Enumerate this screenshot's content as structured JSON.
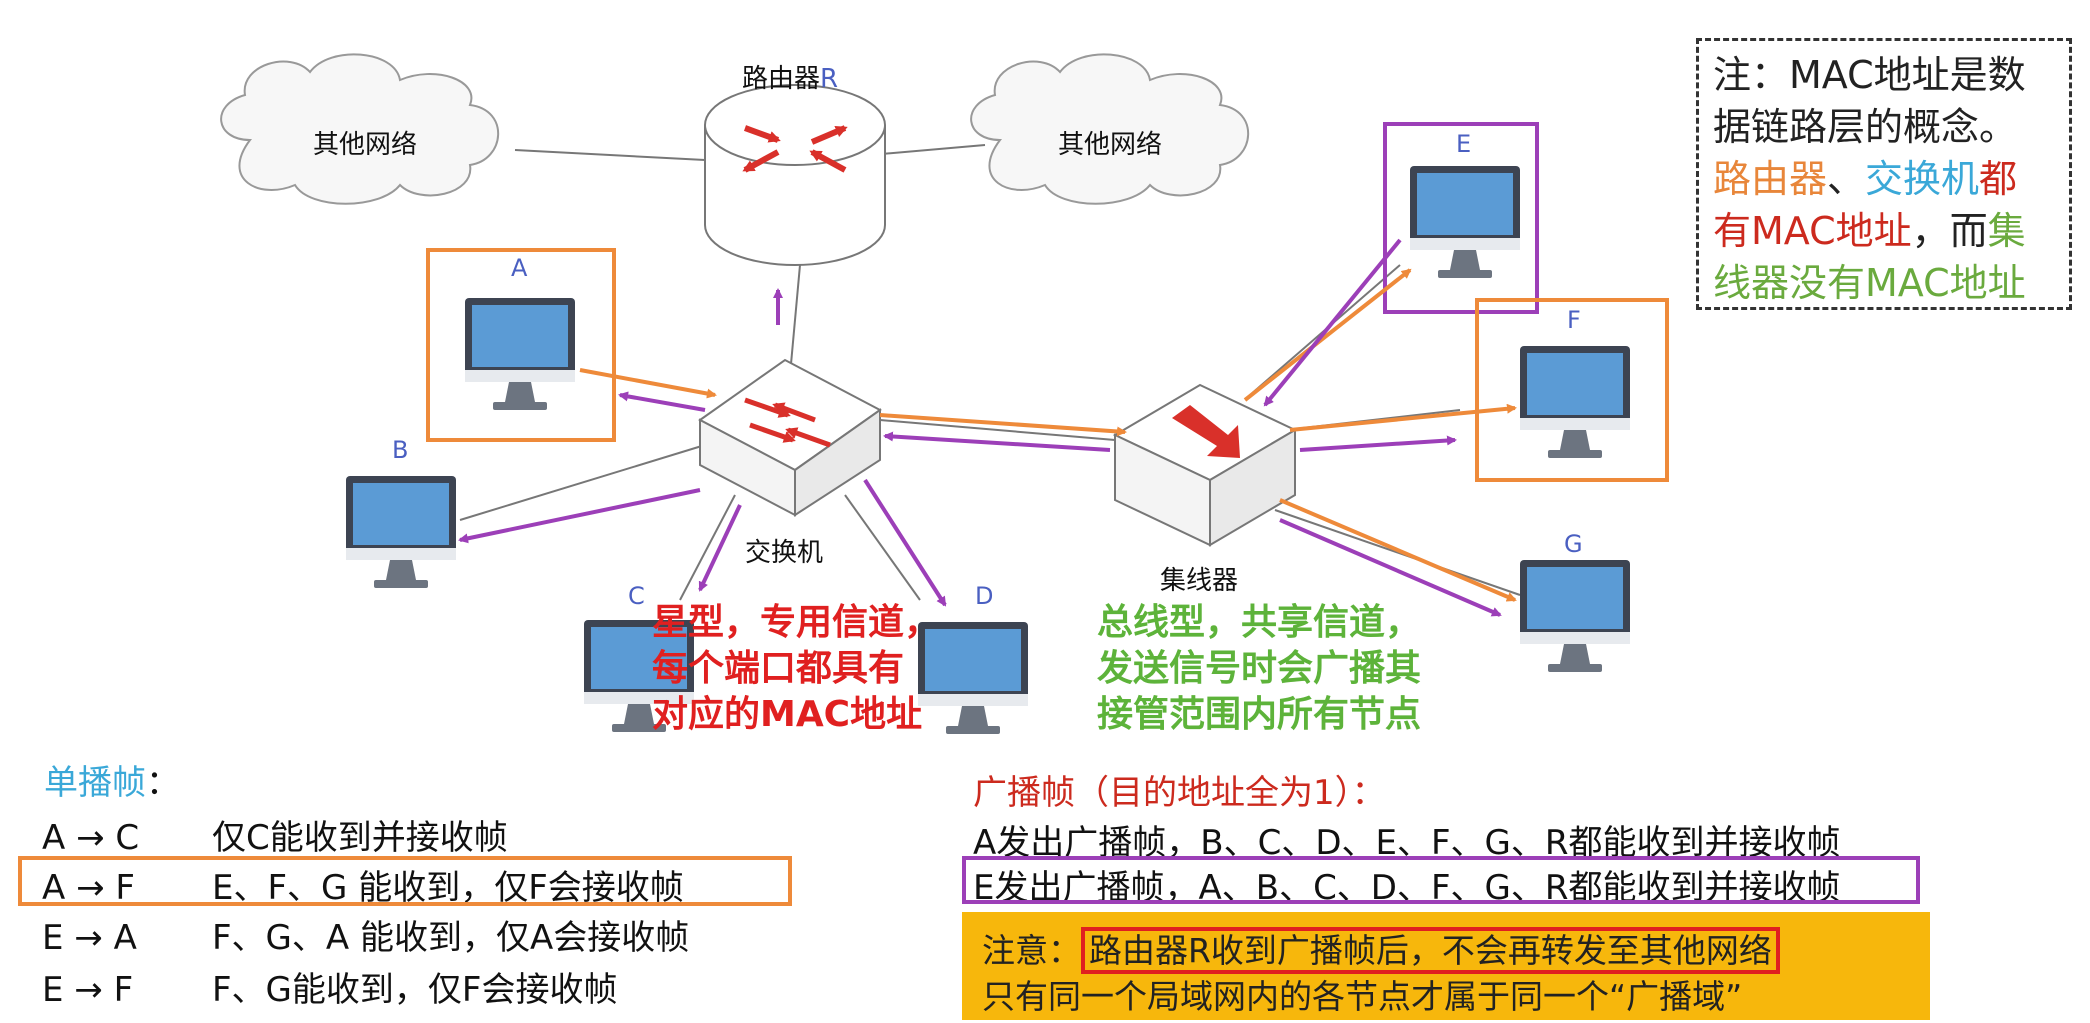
{
  "nodes": {
    "router": "路由器",
    "router_suffix": "R",
    "cloud_left": "其他网络",
    "cloud_right": "其他网络",
    "switch": "交换机",
    "hub": "集线器",
    "pc_a": "A",
    "pc_b": "B",
    "pc_c": "C",
    "pc_d": "D",
    "pc_e": "E",
    "pc_f": "F",
    "pc_g": "G"
  },
  "switch_caption": [
    "星型，专用信道，",
    "每个端口都具有",
    "对应的MAC地址"
  ],
  "hub_caption": [
    "总线型，共享信道，",
    "发送信号时会广播其",
    "接管范围内所有节点"
  ],
  "note": {
    "line1": "注：MAC地址是数",
    "line2": "据链路层的概念。",
    "line3_a": "路由器",
    "line3_b": "、",
    "line3_c": "交换机",
    "line3_d": "都",
    "line4_a": "有MAC地址",
    "line4_b": "，而",
    "line4_c": "集",
    "line5_a": "线器",
    "line5_b": "没有MAC地址"
  },
  "unicast": {
    "title": "单播帧",
    "colon": "：",
    "rows": [
      {
        "pair": "A → C",
        "desc": "仅C能收到并接收帧"
      },
      {
        "pair": "A → F",
        "desc": "E、F、G 能收到，仅F会接收帧"
      },
      {
        "pair": "E → A",
        "desc": "F、G、A 能收到，仅A会接收帧"
      },
      {
        "pair": "E → F",
        "desc": "F、G能收到，仅F会接收帧"
      }
    ]
  },
  "broadcast": {
    "title": "广播帧（目的地址全为1）：",
    "rows": [
      "A发出广播帧，B、C、D、E、F、G、R都能收到并接收帧",
      "E发出广播帧，A、B、C、D、F、G、R都能收到并接收帧"
    ]
  },
  "warning": {
    "prefix": "注意：",
    "highlight": "路由器R收到广播帧后，不会再转发至其他网络",
    "line2": "只有同一个局域网内的各节点才属于同一个“广播域”"
  },
  "colors": {
    "orange": "#ee8a3a",
    "purple": "#9c3fb8",
    "red": "#e02020",
    "green": "#5db33a",
    "monitor_screen": "#5b9bd5",
    "warning_bg": "#f7b70c"
  }
}
